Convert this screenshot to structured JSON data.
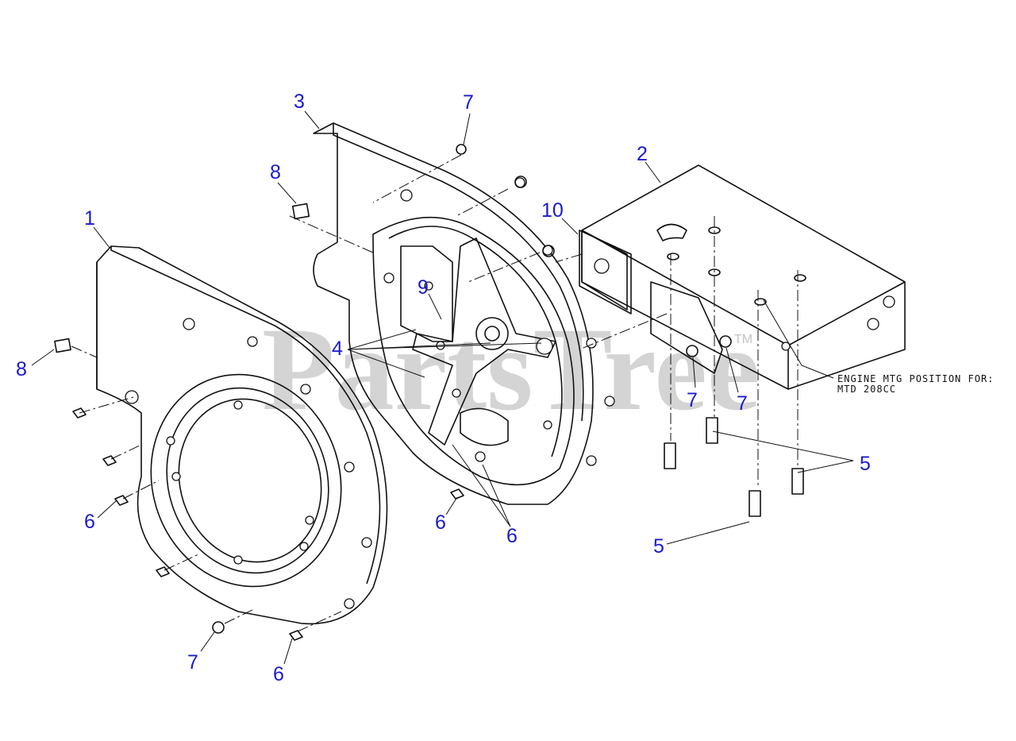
{
  "callouts": {
    "c1": "1",
    "c2": "2",
    "c3": "3",
    "c4": "4",
    "c5a": "5",
    "c5b": "5",
    "c6a": "6",
    "c6b": "6",
    "c6c": "6",
    "c6d": "6",
    "c7a": "7",
    "c7b": "7",
    "c7c": "7",
    "c7d": "7",
    "c8a": "8",
    "c8b": "8",
    "c9": "9",
    "c10": "10"
  },
  "note": {
    "line1": "ENGINE MTG POSITION FOR:",
    "line2": "MTD 208CC"
  },
  "watermark": {
    "text": "PartsTree",
    "trademark": "TM"
  },
  "colors": {
    "callout": "#1a1ad0",
    "line": "#111111",
    "watermark": "#9a9a9a"
  }
}
